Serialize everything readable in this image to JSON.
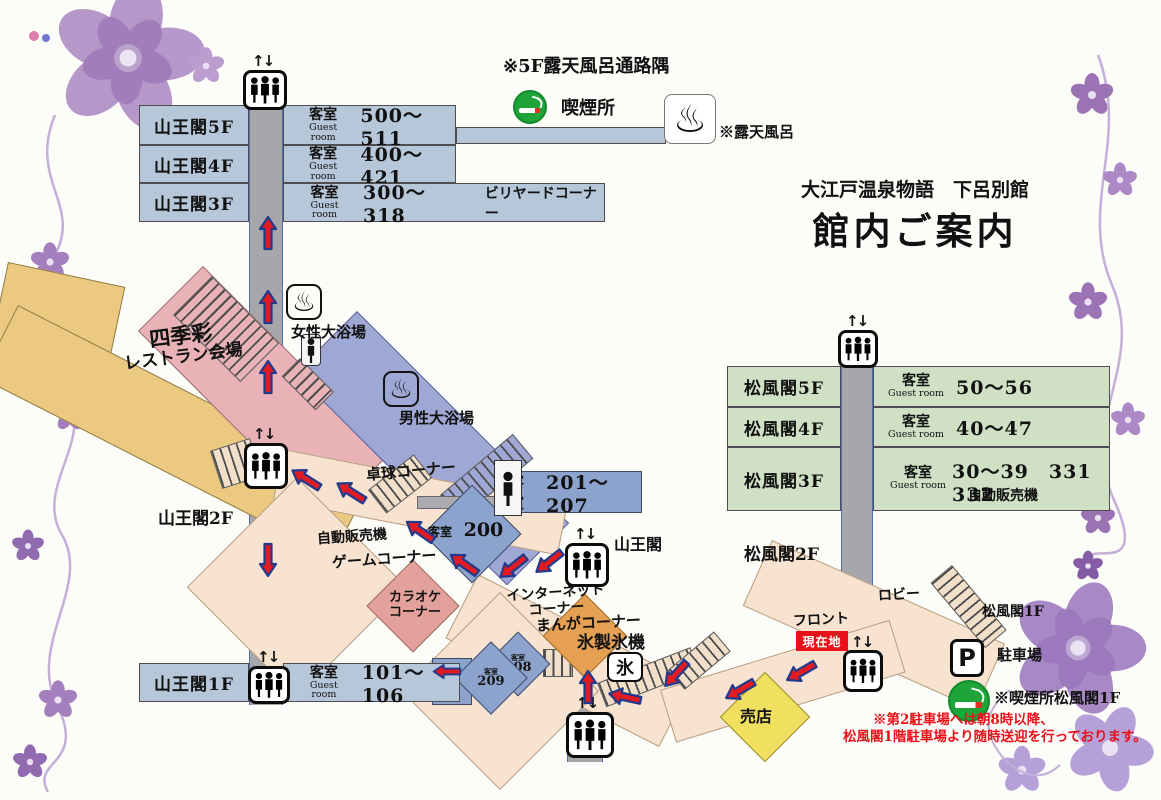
{
  "title": {
    "brand": "大江戸温泉物語　下呂別館",
    "heading": "館内ご案内"
  },
  "notes": {
    "rooftop_smoking": "※5F露天風呂通路隅",
    "smoking_area": "喫煙所",
    "open_air_bath": "※露天風呂",
    "smoking_shofukaku": "※喫煙所松風閣1F",
    "shuttle1": "※第2駐車場へは朝8時以降、",
    "shuttle2": "松風閣1階駐車場より随時送迎を行っております。"
  },
  "labels": {
    "guest": "客室",
    "guest_en": "Guest room",
    "updown": "↑↓",
    "onsen_glyph": "♨",
    "parking_p": "P",
    "ice_glyph": "氷",
    "current": "現在地"
  },
  "sannokaku": {
    "f5": {
      "name": "山王閣5F",
      "rooms": "500〜511"
    },
    "f4": {
      "name": "山王閣4F",
      "rooms": "400〜421"
    },
    "f3": {
      "name": "山王閣3F",
      "rooms": "300〜318",
      "corner": "ビリヤードコーナー"
    },
    "f2": "山王閣2F",
    "f1": {
      "name": "山王閣1F",
      "rooms": "101〜106"
    },
    "elevator": "山王閣"
  },
  "shofukaku": {
    "f5": {
      "name": "松風閣5F",
      "rooms": "50〜56"
    },
    "f4": {
      "name": "松風閣4F",
      "rooms": "40〜47"
    },
    "f3": {
      "name": "松風閣3F",
      "rooms": "30〜39　331　332",
      "vending": "自動販売機"
    },
    "f2": "松風閣2F",
    "f1": "松風閣1F"
  },
  "facilities": {
    "restaurant_name": "四季彩",
    "restaurant_venue": "レストラン会場",
    "female_bath": "女性大浴場",
    "male_bath": "男性大浴場",
    "table_tennis": "卓球コーナー",
    "vending": "自動販売機",
    "game": "ゲームコーナー",
    "karaoke_l1": "カラオケ",
    "karaoke_l2": "コーナー",
    "internet_l1": "インターネット",
    "internet_l2": "コーナー",
    "manga": "まんがコーナー",
    "ice_machine": "氷製氷機",
    "lobby": "ロビー",
    "front": "フロント",
    "shop": "売店",
    "parking": "駐車場"
  },
  "rooms": {
    "r201_207": "201〜207",
    "r200": "200",
    "r208": "208",
    "r209": "209"
  },
  "colors": {
    "bar_blue": "#b7c7da",
    "bar_green": "#cfe0c5",
    "room_blue": "#8ba3cd",
    "arrow_red": "#e01b22",
    "smoking_green": "#1fa43a",
    "current_red": "#e8111a",
    "shop_yellow": "#f1df60",
    "manga_orange": "#e5a054",
    "karaoke_pink": "#e2a29b",
    "bath_pink": "#e8b2b7",
    "bath_blue": "#9fa8d4"
  }
}
